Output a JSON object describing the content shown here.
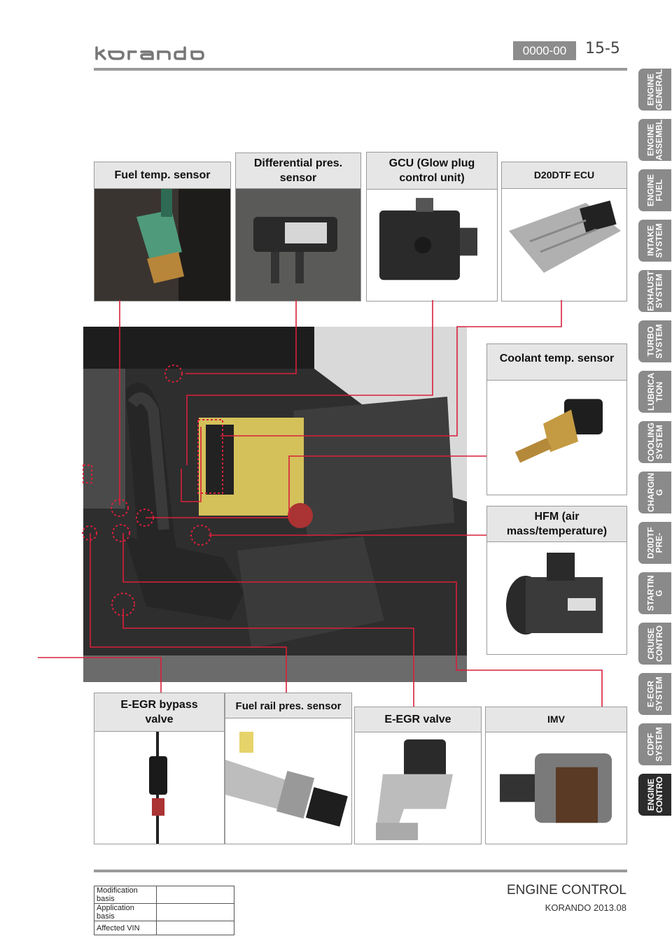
{
  "header": {
    "logo_text": "korando",
    "section_code": "0000-00",
    "page_number": "15-5"
  },
  "side_tabs": [
    {
      "label": "ENGINE\nGENERAL",
      "active": false
    },
    {
      "label": "ENGINE\nASSEMBL",
      "active": false
    },
    {
      "label": "ENGINE\nFUEL",
      "active": false
    },
    {
      "label": "INTAKE\nSYSTEM",
      "active": false
    },
    {
      "label": "EXHAUST\nSYSTEM",
      "active": false
    },
    {
      "label": "TURBO\nSYSTEM",
      "active": false
    },
    {
      "label": "LUBRICA\nTION",
      "active": false
    },
    {
      "label": "COOLING\nSYSTEM",
      "active": false
    },
    {
      "label": "CHARGIN\nG",
      "active": false
    },
    {
      "label": "D20DTF\nPRE-",
      "active": false
    },
    {
      "label": "STARTIN\nG",
      "active": false
    },
    {
      "label": "CRUISE\nCONTRO",
      "active": false
    },
    {
      "label": "E-EGR\nSYSTEM",
      "active": false
    },
    {
      "label": "CDPF\nSYSTEM",
      "active": false
    },
    {
      "label": "ENGINE\nCONTRO",
      "active": true
    }
  ],
  "components": {
    "fuel_temp_sensor": "Fuel temp. sensor",
    "differential_pres_sensor": "Differential pres. sensor",
    "gcu": "GCU (Glow plug control unit)",
    "ecu": "D20DTF ECU",
    "coolant_temp_sensor": "Coolant temp. sensor",
    "hfm": "HFM (air mass/temperature)",
    "eegr_bypass_valve": "E-EGR bypass valve",
    "fuel_rail_pres_sensor": "Fuel rail pres. sensor",
    "eegr_valve": "E-EGR valve",
    "imv": "IMV"
  },
  "footer": {
    "title": "ENGINE CONTROL",
    "subtitle": "KORANDO 2013.08"
  },
  "modification_table": [
    {
      "key": "Modification basis",
      "value": ""
    },
    {
      "key": "Application basis",
      "value": ""
    },
    {
      "key": "Affected VIN",
      "value": ""
    }
  ],
  "colors": {
    "leader_line": "#d8203a",
    "tab_inactive": "#8a8a8a",
    "tab_active": "#2b2b2b",
    "label_bg": "#e6e6e6"
  }
}
